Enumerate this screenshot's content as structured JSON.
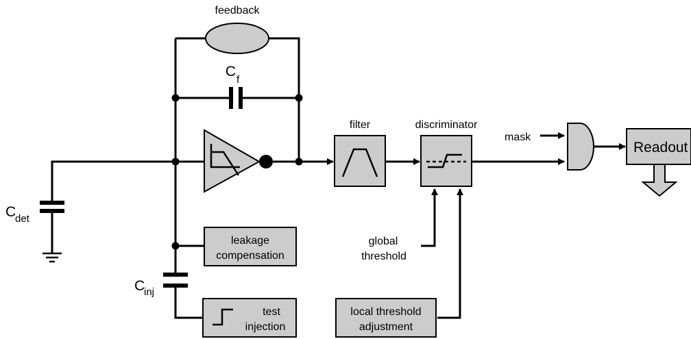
{
  "labels": {
    "feedback": "feedback",
    "cf_main": "C",
    "cf_sub": "f",
    "filter": "filter",
    "discriminator": "discriminator",
    "mask": "mask",
    "readout": "Readout",
    "cdet_main": "C",
    "cdet_sub": "det",
    "cinj_main": "C",
    "cinj_sub": "inj",
    "leakage_line1": "leakage",
    "leakage_line2": "compensation",
    "test_line1": "test",
    "test_line2": "injection",
    "global_line1": "global",
    "global_line2": "threshold",
    "local_line1": "local threshold",
    "local_line2": "adjustment"
  },
  "colors": {
    "box_fill": "#cccccc",
    "line": "#000000",
    "background": "#ffffff"
  }
}
